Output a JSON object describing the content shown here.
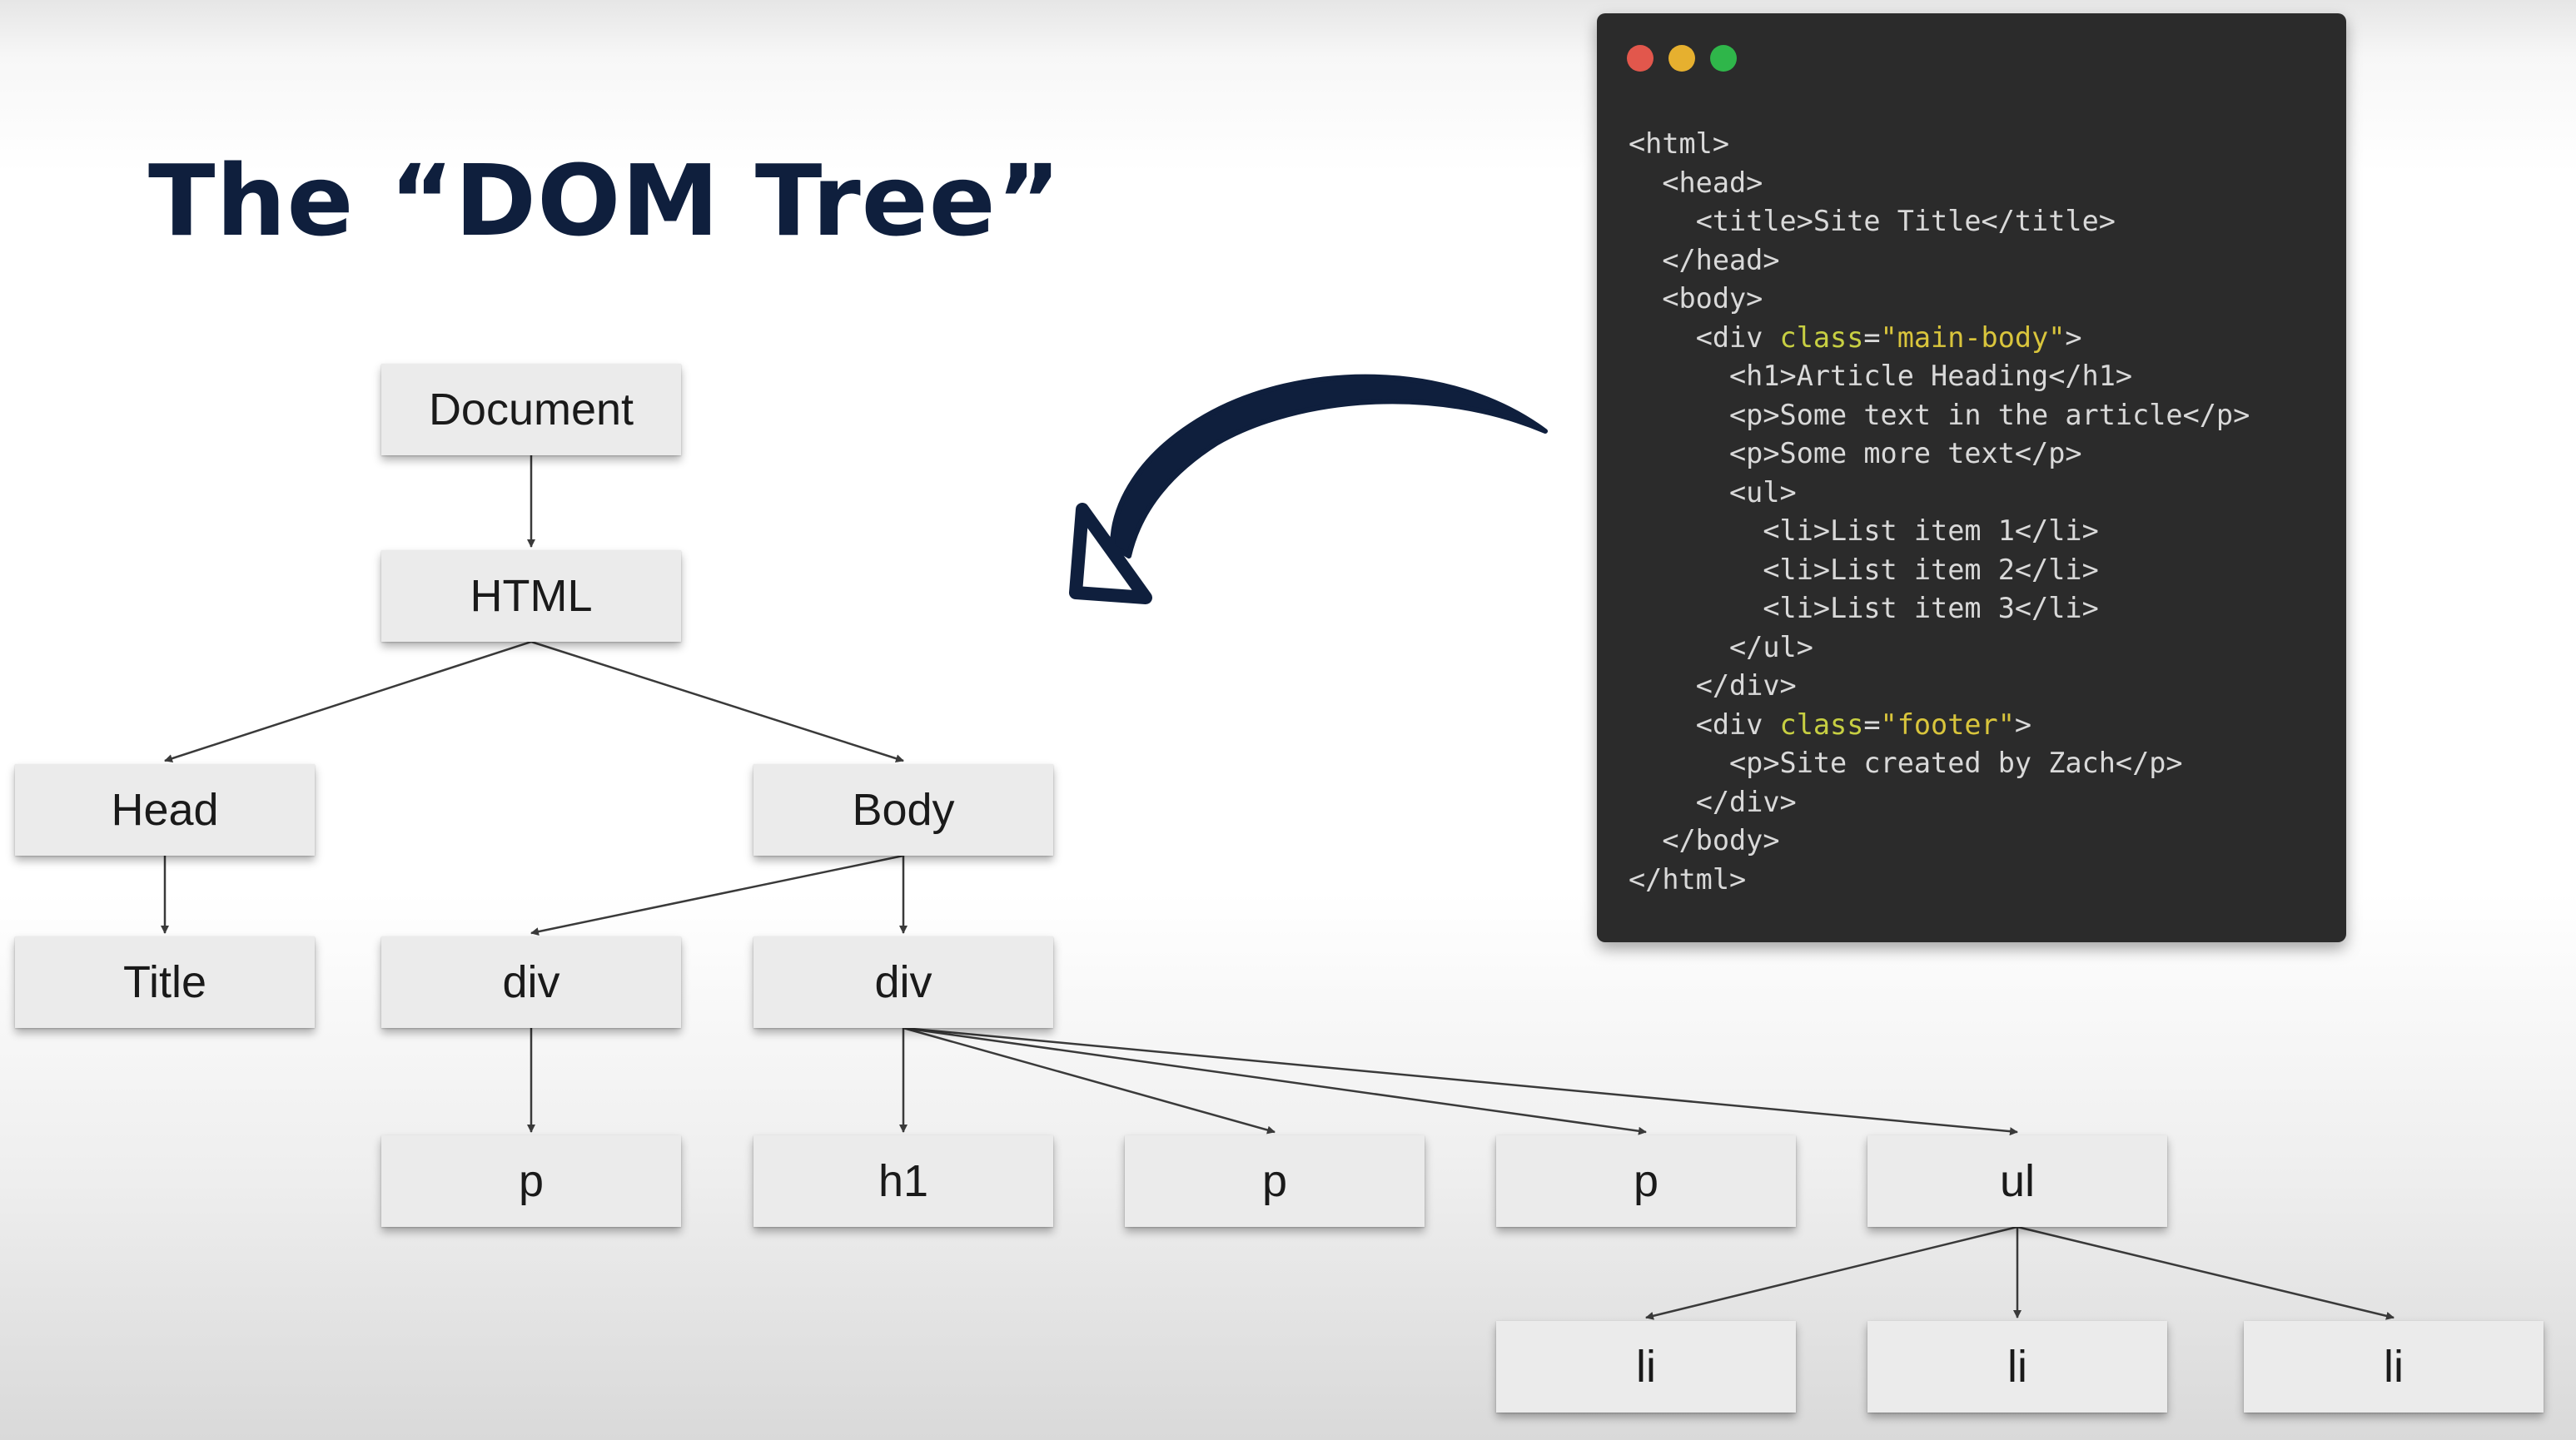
{
  "title": "The “DOM Tree”",
  "colors": {
    "window_close": "#e2574c",
    "window_minimize": "#e6b02f",
    "window_maximize": "#2fb64a",
    "attribute_name": "#c7cf42",
    "attribute_value": "#d9c53c",
    "code_background": "#2b2b2b",
    "title": "#0f1f3d",
    "node_fill": "#ebebeb"
  },
  "window": {
    "buttons": [
      "close",
      "minimize",
      "maximize"
    ]
  },
  "tree": {
    "nodes": [
      {
        "id": "document",
        "label": "Document"
      },
      {
        "id": "html",
        "label": "HTML"
      },
      {
        "id": "head",
        "label": "Head"
      },
      {
        "id": "body",
        "label": "Body"
      },
      {
        "id": "title",
        "label": "Title"
      },
      {
        "id": "div_main",
        "label": "div"
      },
      {
        "id": "div_footer",
        "label": "div"
      },
      {
        "id": "p_footer",
        "label": "p"
      },
      {
        "id": "h1",
        "label": "h1"
      },
      {
        "id": "p1",
        "label": "p"
      },
      {
        "id": "p2",
        "label": "p"
      },
      {
        "id": "ul",
        "label": "ul"
      },
      {
        "id": "li1",
        "label": "li"
      },
      {
        "id": "li2",
        "label": "li"
      },
      {
        "id": "li3",
        "label": "li"
      }
    ],
    "edges": [
      [
        "document",
        "html"
      ],
      [
        "html",
        "head"
      ],
      [
        "html",
        "body"
      ],
      [
        "head",
        "title"
      ],
      [
        "body",
        "div_main"
      ],
      [
        "body",
        "div_footer"
      ],
      [
        "div_main",
        "p_footer"
      ],
      [
        "div_footer",
        "h1"
      ],
      [
        "div_footer",
        "p1"
      ],
      [
        "div_footer",
        "p2"
      ],
      [
        "div_footer",
        "ul"
      ],
      [
        "ul",
        "li1"
      ],
      [
        "ul",
        "li2"
      ],
      [
        "ul",
        "li3"
      ]
    ]
  },
  "code": {
    "lines": [
      {
        "indent": 0,
        "tokens": [
          {
            "t": "<html>"
          }
        ]
      },
      {
        "indent": 1,
        "tokens": [
          {
            "t": "<head>"
          }
        ]
      },
      {
        "indent": 2,
        "tokens": [
          {
            "t": "<title>Site Title</title>"
          }
        ]
      },
      {
        "indent": 1,
        "tokens": [
          {
            "t": "</head>"
          }
        ]
      },
      {
        "indent": 1,
        "tokens": [
          {
            "t": "<body>"
          }
        ]
      },
      {
        "indent": 2,
        "tokens": [
          {
            "t": "<div "
          },
          {
            "t": "class",
            "k": "attr-name"
          },
          {
            "t": "="
          },
          {
            "t": "\"main-body\"",
            "k": "attr-val"
          },
          {
            "t": ">"
          }
        ]
      },
      {
        "indent": 3,
        "tokens": [
          {
            "t": "<h1>Article Heading</h1>"
          }
        ]
      },
      {
        "indent": 3,
        "tokens": [
          {
            "t": "<p>Some text in the article</p>"
          }
        ]
      },
      {
        "indent": 3,
        "tokens": [
          {
            "t": "<p>Some more text</p>"
          }
        ]
      },
      {
        "indent": 3,
        "tokens": [
          {
            "t": "<ul>"
          }
        ]
      },
      {
        "indent": 4,
        "tokens": [
          {
            "t": "<li>List item 1</li>"
          }
        ]
      },
      {
        "indent": 4,
        "tokens": [
          {
            "t": "<li>List item 2</li>"
          }
        ]
      },
      {
        "indent": 4,
        "tokens": [
          {
            "t": "<li>List item 3</li>"
          }
        ]
      },
      {
        "indent": 3,
        "tokens": [
          {
            "t": "</ul>"
          }
        ]
      },
      {
        "indent": 2,
        "tokens": [
          {
            "t": "</div>"
          }
        ]
      },
      {
        "indent": 2,
        "tokens": [
          {
            "t": "<div "
          },
          {
            "t": "class",
            "k": "attr-name"
          },
          {
            "t": "="
          },
          {
            "t": "\"footer\"",
            "k": "attr-val"
          },
          {
            "t": ">"
          }
        ]
      },
      {
        "indent": 3,
        "tokens": [
          {
            "t": "<p>Site created by Zach</p>"
          }
        ]
      },
      {
        "indent": 2,
        "tokens": [
          {
            "t": "</div>"
          }
        ]
      },
      {
        "indent": 1,
        "tokens": [
          {
            "t": "</body>"
          }
        ]
      },
      {
        "indent": 0,
        "tokens": [
          {
            "t": "</html>"
          }
        ]
      }
    ]
  }
}
